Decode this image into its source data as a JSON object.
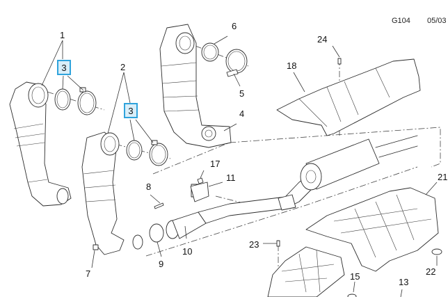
{
  "header": {
    "figure_code": "G104",
    "date": "05/03"
  },
  "accent_color": "#2fa3dc",
  "badge_fill": "#d8eef9",
  "callouts": {
    "c1": "1",
    "c2": "2",
    "c3a": "3",
    "c3b": "3",
    "c4": "4",
    "c5": "5",
    "c6": "6",
    "c7": "7",
    "c8": "8",
    "c9": "9",
    "c10": "10",
    "c11": "11",
    "c13": "13",
    "c15": "15",
    "c17": "17",
    "c18": "18",
    "c21": "21",
    "c22": "22",
    "c23": "23",
    "c24": "24"
  },
  "parts": [
    "catalytic-converter-left",
    "catalytic-converter-right",
    "catalytic-converter-upper",
    "gasket",
    "clamp",
    "stud",
    "nut",
    "intermediate-pipe",
    "muffler",
    "hanger-bracket",
    "heat-shield-upper",
    "heat-shield-rear",
    "heat-shield-front",
    "bolt",
    "fastener"
  ]
}
